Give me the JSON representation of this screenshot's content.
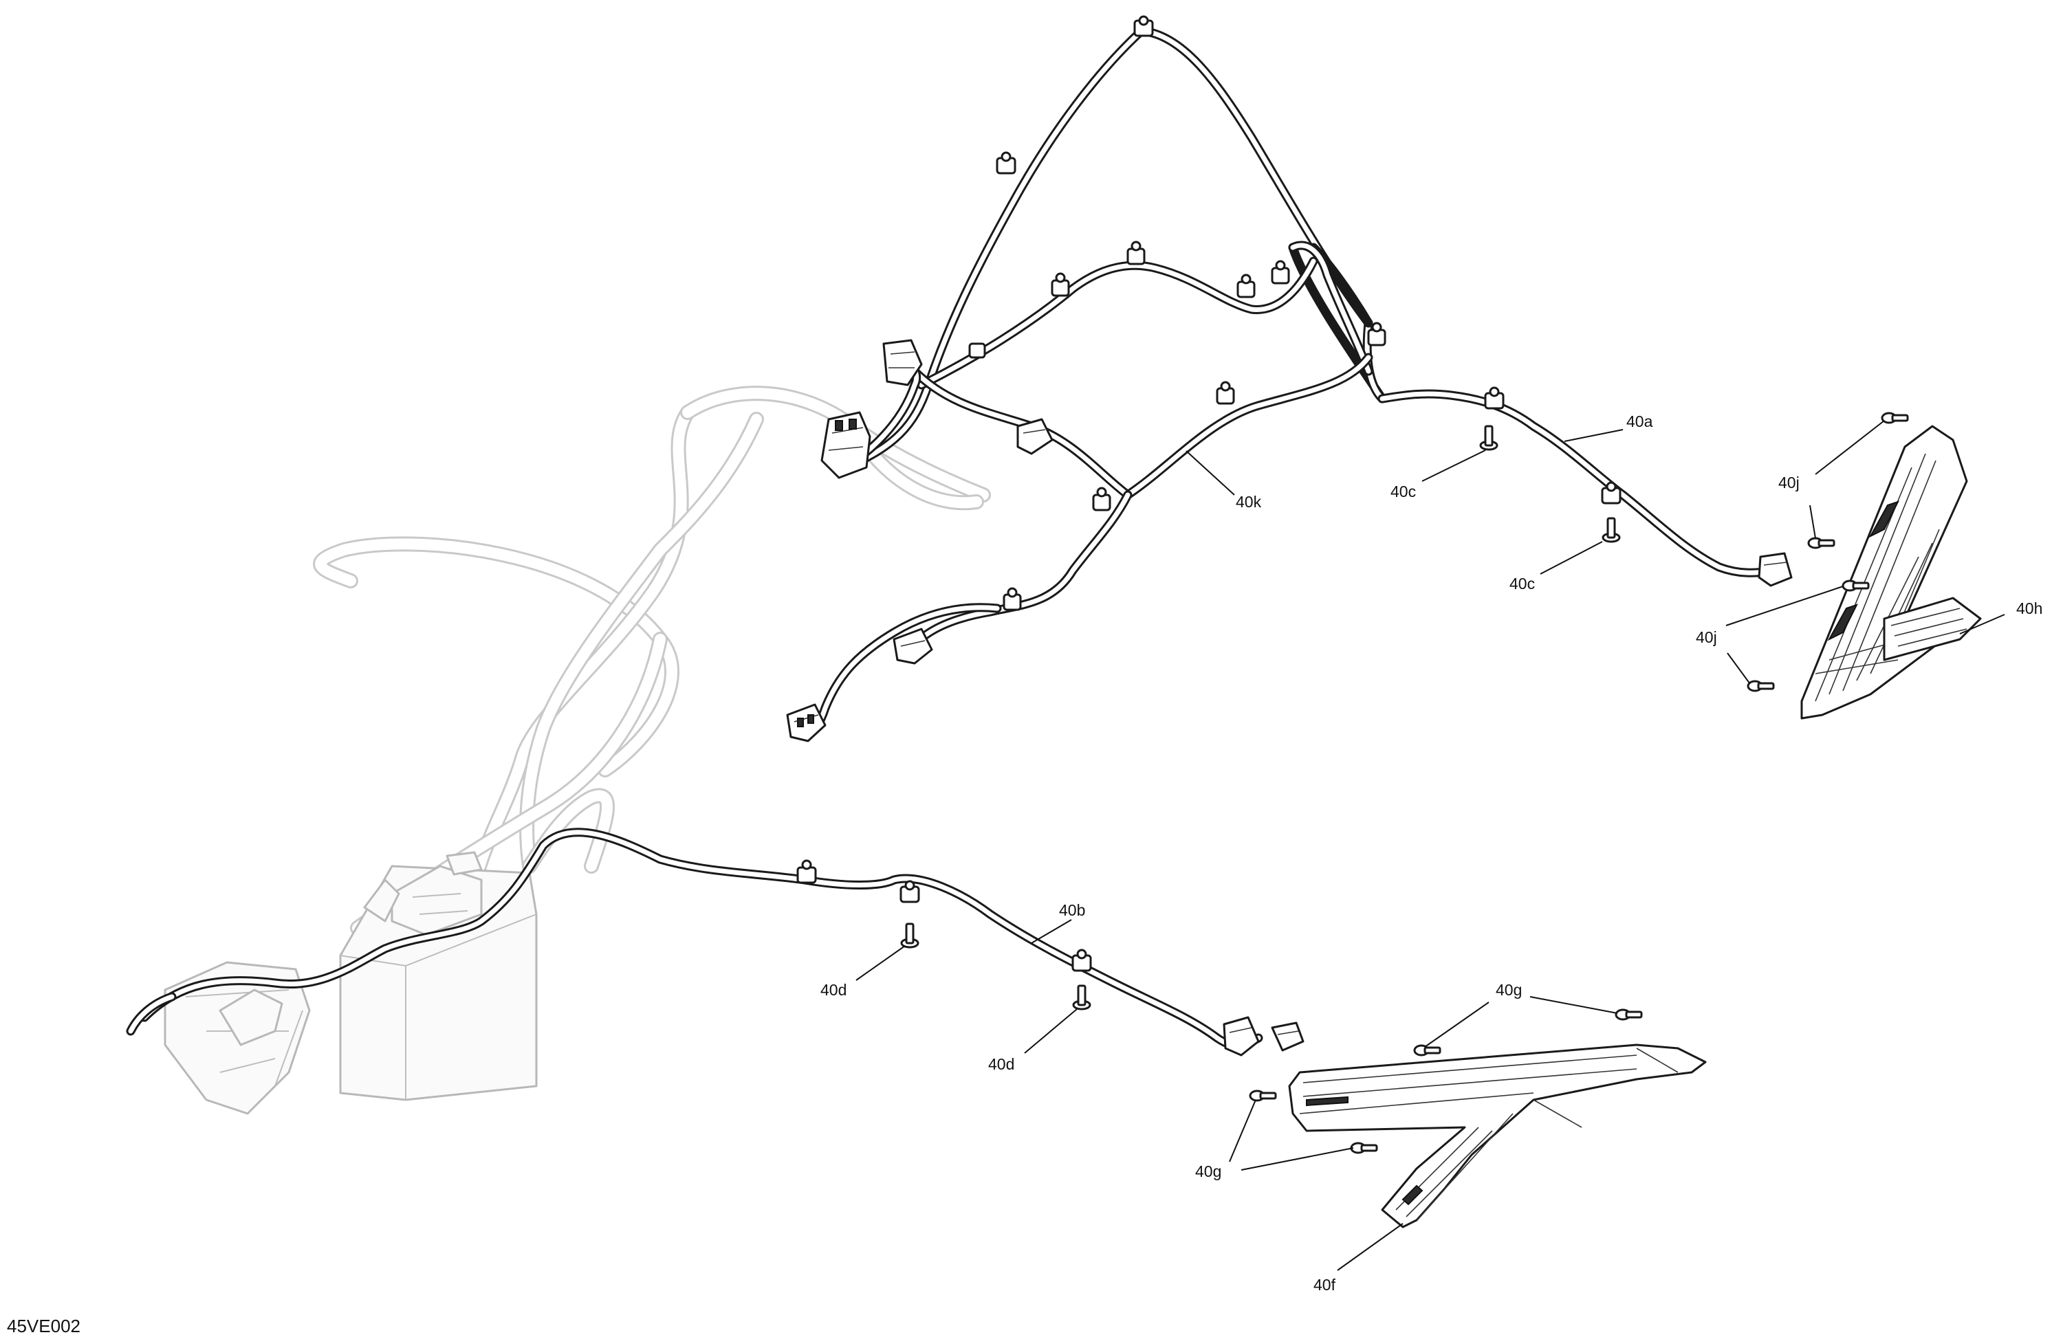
{
  "figure": {
    "id": "45VE002"
  },
  "callouts": [
    {
      "key": "40a",
      "label": "40a"
    },
    {
      "key": "40b",
      "label": "40b"
    },
    {
      "key": "40c_1",
      "label": "40c"
    },
    {
      "key": "40c_2",
      "label": "40c"
    },
    {
      "key": "40d_1",
      "label": "40d"
    },
    {
      "key": "40d_2",
      "label": "40d"
    },
    {
      "key": "40f",
      "label": "40f"
    },
    {
      "key": "40g_1",
      "label": "40g"
    },
    {
      "key": "40g_2",
      "label": "40g"
    },
    {
      "key": "40h",
      "label": "40h"
    },
    {
      "key": "40j_1",
      "label": "40j"
    },
    {
      "key": "40j_2",
      "label": "40j"
    },
    {
      "key": "40k",
      "label": "40k"
    }
  ]
}
